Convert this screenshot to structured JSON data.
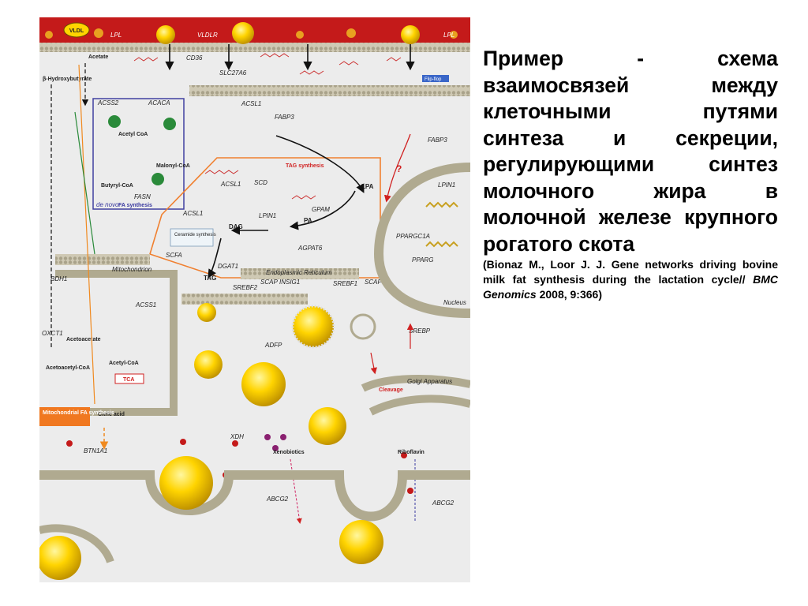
{
  "caption": {
    "title": "Пример - схема взаимосвязей между клеточными путями синтеза и секреции, регулирующими синтез молочного жира в молочной железе крупного рогатого скота",
    "ref_prefix": "(Bionaz M., Loor J. J. Gene networks driving bovine milk fat synthesis during the lactation cycle// ",
    "ref_journal": "BMC Genomics",
    "ref_suffix": " 2008, 9:366)"
  },
  "figure": {
    "blood": {
      "vldl": "VLDL",
      "lpl_1": "LPL",
      "vldlr": "VLDLR",
      "lpl_2": "LPL"
    },
    "uptake": {
      "cd36": "CD36",
      "slc27a6": "SLC27A6",
      "acsl1_top": "ACSL1",
      "flip_flop": "Flip-flop",
      "fabp3_center": "FABP3",
      "fabp3_right": "FABP3"
    },
    "metabolites": {
      "acetate": "Acetate",
      "bhb": "β-Hydroxybutyrate",
      "acetyl_coa": "Acetyl CoA",
      "malonyl_coa": "Malonyl-CoA",
      "butyryl_coa": "Butyryl-CoA"
    },
    "denovo": {
      "acss2": "ACSS2",
      "acaca": "ACACA",
      "fasn": "FASN",
      "label_prefix": "de novo",
      "label_suffix": "FA synthesis"
    },
    "tag": {
      "tag_synthesis": "TAG synthesis",
      "acsl1_mid": "ACSL1",
      "scd": "SCD",
      "lpa": "LPA",
      "acsl1_low": "ACSL1",
      "lpin1": "LPIN1",
      "gpam": "GPAM",
      "dag": "DAG",
      "pa": "PA",
      "agpat6": "AGPAT6",
      "ceramide": "Ceramide synthesis",
      "scfa": "SCFA",
      "dgat1": "DGAT1",
      "tag": "TAG"
    },
    "er": {
      "label": "Endoplasmic Reticulum",
      "srebf2": "SREBF2",
      "scap_1": "SCAP",
      "insig1": "INSIG1",
      "srebf1": "SREBF1",
      "scap_2": "SCAP",
      "adfp": "ADFP"
    },
    "mito": {
      "label": "Mitochondrion",
      "bdh1": "BDH1",
      "acss1": "ACSS1",
      "oxct1": "OXCT1",
      "acetoacetate": "Acetoacetate",
      "acetyl_coa": "Acetyl-CoA",
      "acetoacetyl_coa": "Acetoacetyl-CoA",
      "tca": "TCA",
      "citric_acid": "Citric acid",
      "mito_fa": "Mitochondrial FA synthesis"
    },
    "nucleus": {
      "label": "Nucleus",
      "lpin1": "LPIN1",
      "pparg": "PPARG",
      "ppargc1a": "PPARGC1A",
      "srebp": "SREBP",
      "question": "?"
    },
    "golgi": {
      "label": "Golgi Apparatus",
      "cleavage": "Cleavage"
    },
    "secretion": {
      "btn1a1": "BTN1A1",
      "xdh": "XDH",
      "xenobiotics": "Xenobiotics",
      "riboflavin": "Riboflavin",
      "abcg2_left": "ABCG2",
      "abcg2_right": "ABCG2"
    },
    "colors": {
      "blood": "#c41a1a",
      "membrane": "#b9b29a",
      "lipid_droplet": "#ffd400",
      "tag_box": "#f08030",
      "denovo_box": "#4040a0",
      "mito_box": "#f07820"
    }
  }
}
